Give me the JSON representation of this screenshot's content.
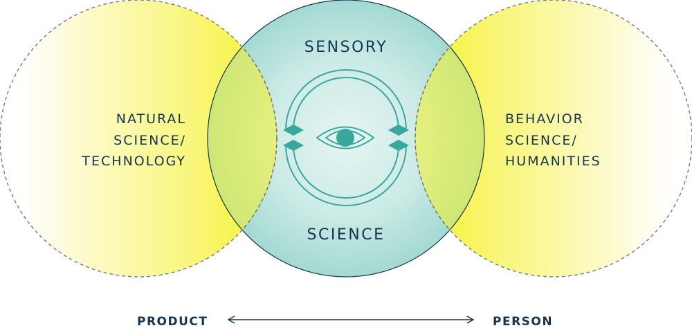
{
  "left_field": {
    "lines": [
      "NATURAL",
      "SCIENCE/",
      "TECHNOLOGY"
    ]
  },
  "right_field": {
    "lines": [
      "BEHAVIOR",
      "SCIENCE/",
      "HUMANITIES"
    ]
  },
  "center": {
    "top_label": "SENSORY",
    "bottom_label": "SCIENCE"
  },
  "axis": {
    "left_label": "PRODUCT",
    "right_label": "PERSON"
  },
  "colors": {
    "yellow": "#f4f22a",
    "teal": "#a6dcd6",
    "teal_light": "#e3f4f1",
    "icon": "#3aa79f",
    "ink": "#16344f"
  }
}
